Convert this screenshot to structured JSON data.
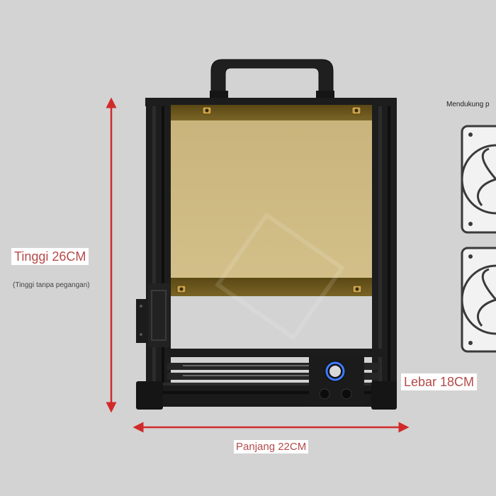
{
  "dimensions": {
    "height_label": "Tinggi 26CM",
    "height_note": "(Tinggi tanpa pegangan)",
    "width_label": "Lebar 18CM",
    "length_label": "Panjang 22CM"
  },
  "side_note": {
    "fan_support_text": "Mendukung p"
  },
  "colors": {
    "background": "#d3d3d3",
    "arrow": "#d22a2a",
    "label_text": "#b54a4a",
    "frame": "#1d1d1d",
    "acrylic_panel": "#cdb881",
    "panel_band": "#6e5a22",
    "power_ring": "#2f6bff"
  },
  "icons": {
    "handle": "frame-handle",
    "power": "power-button-icon",
    "fan": "fan-icon"
  }
}
